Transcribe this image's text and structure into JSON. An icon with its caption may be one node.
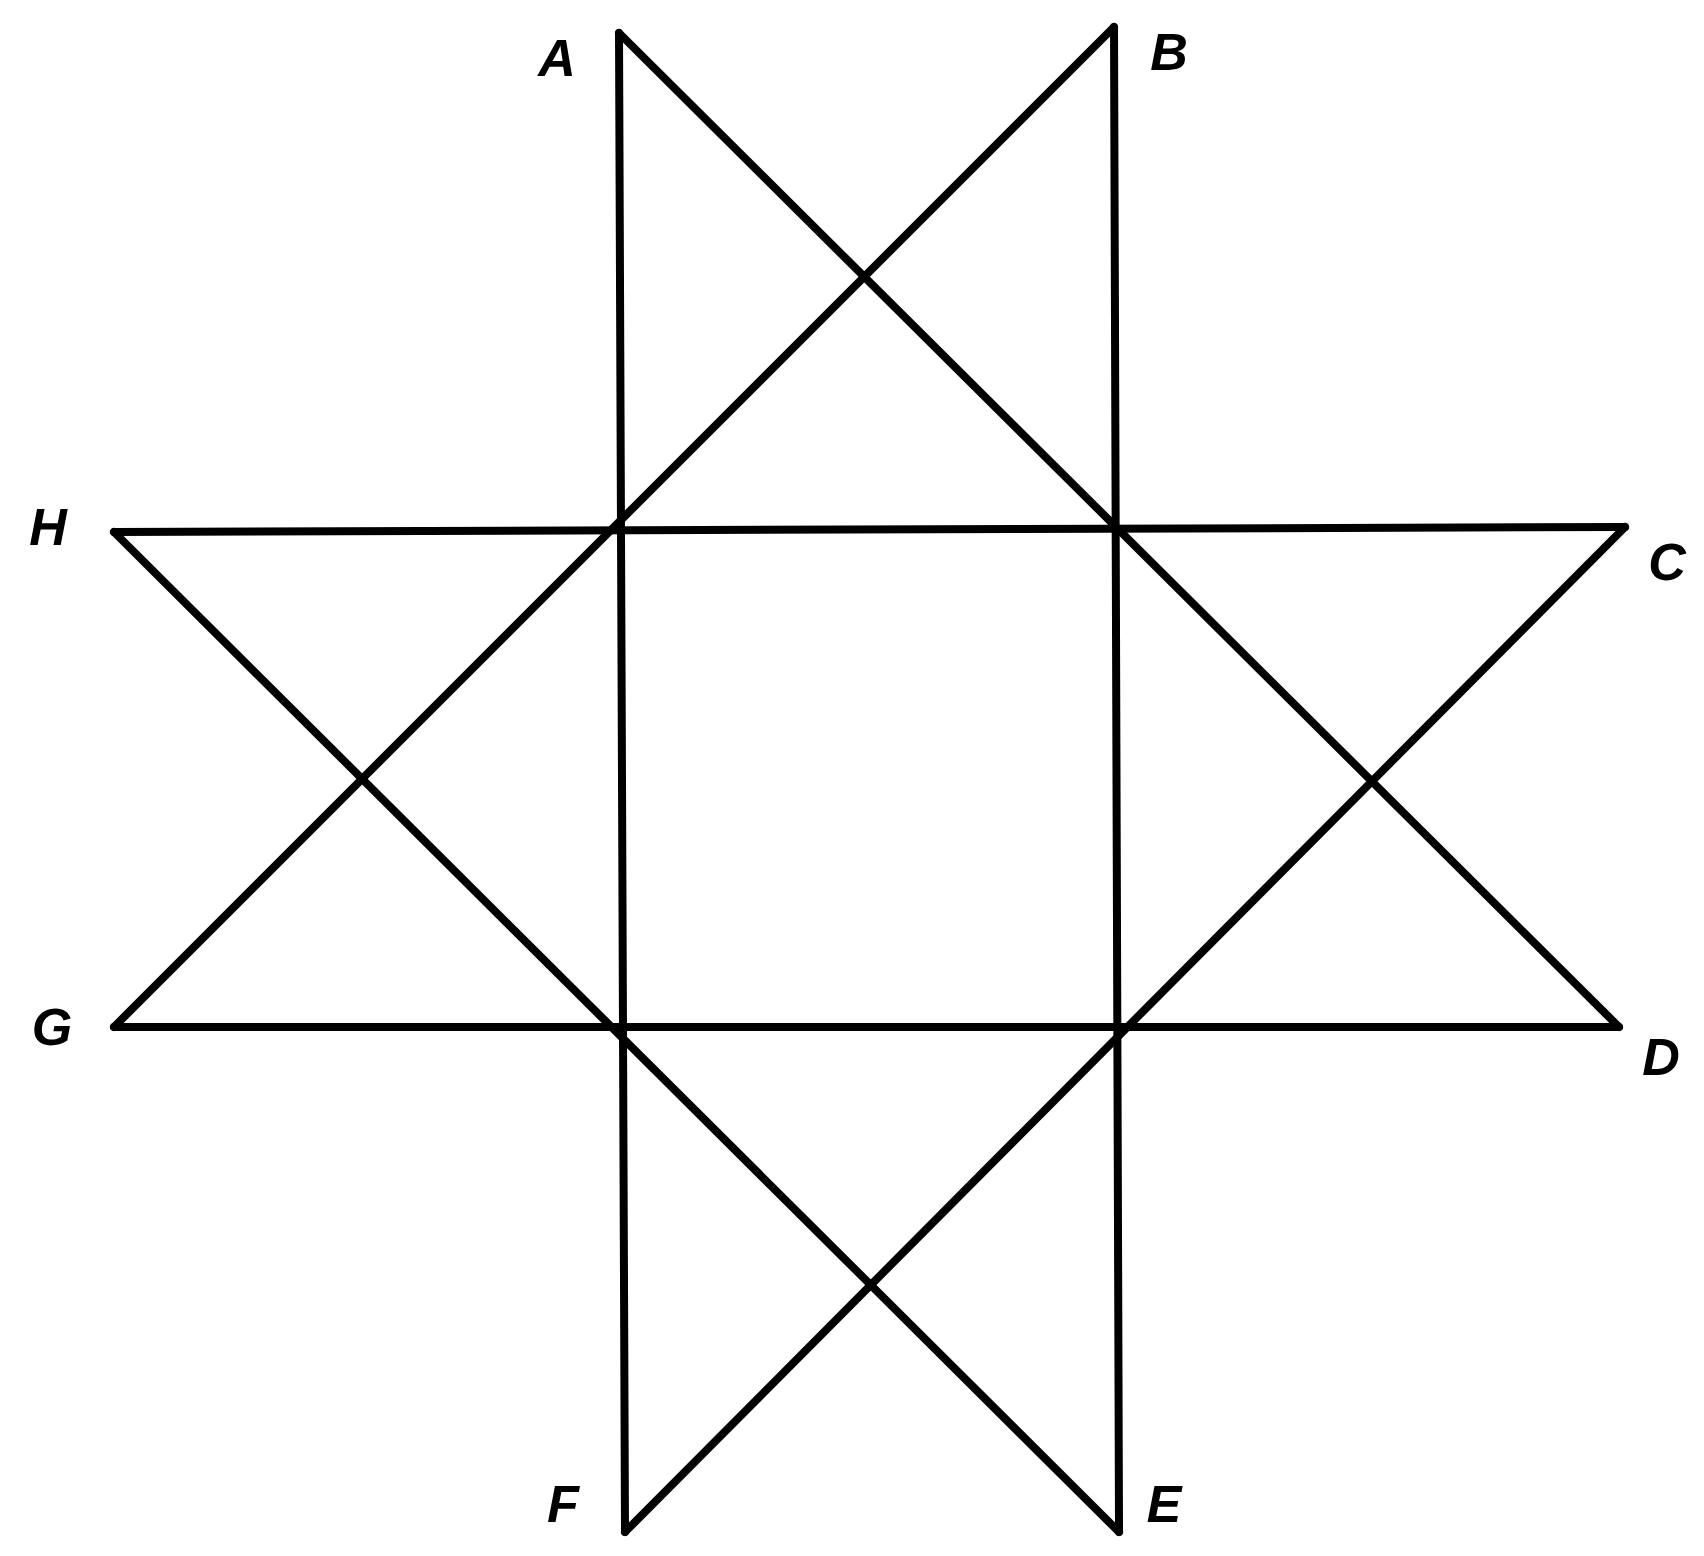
{
  "diagram": {
    "nodes": [
      {
        "text": [
          "A"
        ]
      },
      {
        "text": [
          "B"
        ]
      },
      {
        "text": [
          "C"
        ]
      },
      {
        "text": [
          "D"
        ]
      },
      {
        "text": [
          "E"
        ]
      },
      {
        "text": [
          "F"
        ]
      },
      {
        "text": [
          "G"
        ]
      },
      {
        "text": [
          "H"
        ]
      }
    ],
    "edges": [
      {
        "from": 0,
        "to": 5,
        "arrow": "none"
      },
      {
        "from": 0,
        "to": 3,
        "arrow": "none"
      },
      {
        "from": 1,
        "to": 4,
        "arrow": "none"
      },
      {
        "from": 1,
        "to": 6,
        "arrow": "none"
      },
      {
        "from": 7,
        "to": 2,
        "arrow": "none"
      },
      {
        "from": 2,
        "to": 5,
        "arrow": "none"
      },
      {
        "from": 6,
        "to": 3,
        "arrow": "none"
      },
      {
        "from": 7,
        "to": 4,
        "arrow": "none"
      }
    ]
  }
}
